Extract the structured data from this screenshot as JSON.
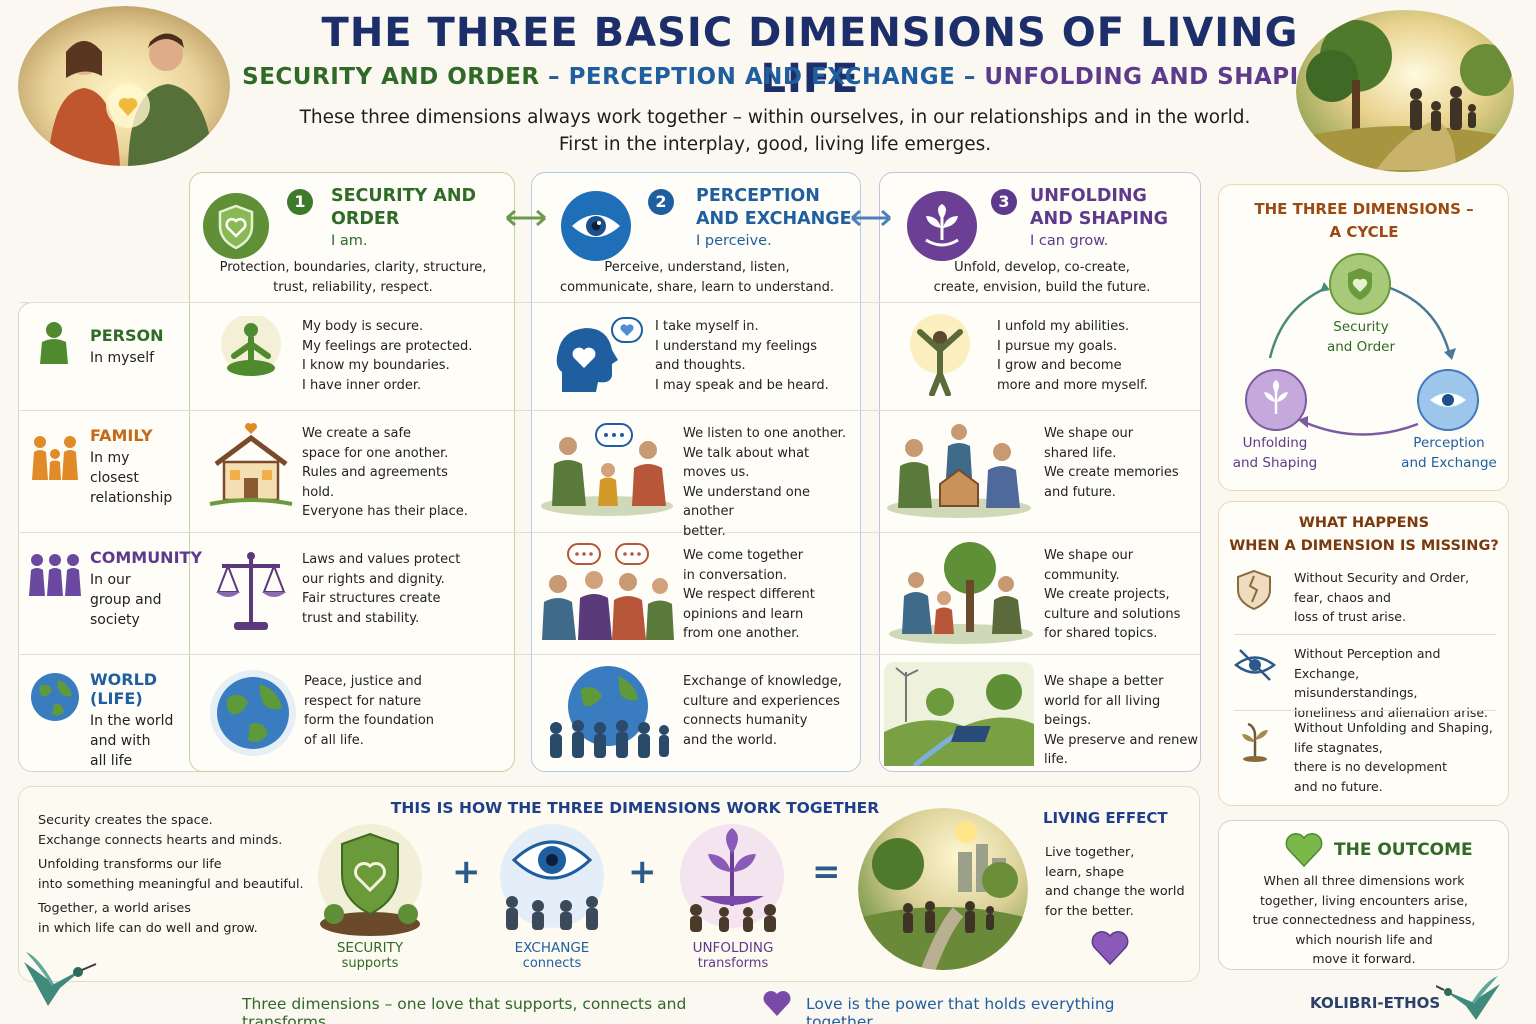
{
  "header": {
    "title": "THE THREE BASIC DIMENSIONS OF LIVING LIFE",
    "subtitle_1": "SECURITY AND ORDER",
    "subtitle_sep_1": " – ",
    "subtitle_2": "PERCEPTION AND EXCHANGE",
    "subtitle_sep_2": " – ",
    "subtitle_3": "UNFOLDING AND SHAPING",
    "intro_line_1": "These three dimensions always work together – within ourselves, in our relationships and in the world.",
    "intro_line_2": "First in the interplay, good, living life emerges."
  },
  "colors": {
    "green": "#2f6a26",
    "blue": "#1f5e9f",
    "purple": "#5e3a8c",
    "orange": "#c46a1a",
    "navy": "#1d2f6b"
  },
  "columns": [
    {
      "number": "1",
      "name_line_1": "SECURITY AND",
      "name_line_2": "ORDER",
      "state": "I am.",
      "desc_line_1": "Protection, boundaries, clarity, structure,",
      "desc_line_2": "trust, reliability, respect.",
      "icon": "shield-heart-icon"
    },
    {
      "number": "2",
      "name_line_1": "PERCEPTION",
      "name_line_2": "AND EXCHANGE",
      "state": "I perceive.",
      "desc_line_1": "Perceive, understand, listen,",
      "desc_line_2": "communicate, share, learn to understand.",
      "icon": "eye-icon"
    },
    {
      "number": "3",
      "name_line_1": "UNFOLDING",
      "name_line_2": "AND SHAPING",
      "state": "I can grow.",
      "desc_line_1": "Unfold, develop, co-create,",
      "desc_line_2": "create, envision, build the future.",
      "icon": "sprout-icon"
    }
  ],
  "rows": [
    {
      "name": "PERSON",
      "desc": [
        "In myself"
      ],
      "color": "#2f6a26",
      "cells": [
        [
          "My body is secure.",
          "My feelings are protected.",
          "I know my boundaries.",
          "I have inner order."
        ],
        [
          "I take myself in.",
          "I understand my feelings",
          "and thoughts.",
          "I may speak and be heard."
        ],
        [
          "I unfold my abilities.",
          "I pursue my goals.",
          "I grow and become",
          "more and more myself."
        ]
      ]
    },
    {
      "name": "FAMILY",
      "desc": [
        "In my",
        "closest",
        "relationship"
      ],
      "color": "#c46a1a",
      "cells": [
        [
          "We create a safe",
          "space for one another.",
          "Rules and agreements",
          "hold.",
          "Everyone has their place."
        ],
        [
          "We listen to one another.",
          "We talk about what",
          "moves us.",
          "We understand one another",
          "better."
        ],
        [
          "We shape our",
          "shared life.",
          "We create memories",
          "and future."
        ]
      ]
    },
    {
      "name": "COMMUNITY",
      "desc": [
        "In our",
        "group and",
        "society"
      ],
      "color": "#5e3a8c",
      "cells": [
        [
          "Laws and values protect",
          "our rights and dignity.",
          "Fair structures create",
          "trust and stability."
        ],
        [
          "We come together",
          "in conversation.",
          "We respect different",
          "opinions and learn",
          "from one another."
        ],
        [
          "We shape our",
          "community.",
          "We create projects,",
          "culture and solutions",
          "for shared topics."
        ]
      ]
    },
    {
      "name": "WORLD (LIFE)",
      "desc": [
        "In the world",
        "and with",
        "all life"
      ],
      "color": "#1f5e9f",
      "cells": [
        [
          "Peace, justice and",
          "respect for nature",
          "form the foundation",
          "of all life."
        ],
        [
          "Exchange of knowledge,",
          "culture and experiences",
          "connects humanity",
          "and the world."
        ],
        [
          "We shape a better",
          "world for all living beings.",
          "We preserve and renew",
          "life."
        ]
      ]
    }
  ],
  "cycle": {
    "title_line_1": "THE THREE DIMENSIONS –",
    "title_line_2": "A CYCLE",
    "node_1_line_1": "Security",
    "node_1_line_2": "and Order",
    "node_2_line_1": "Perception",
    "node_2_line_2": "and Exchange",
    "node_3_line_1": "Unfolding",
    "node_3_line_2": "and Shaping"
  },
  "missing": {
    "title_line_1": "WHAT HAPPENS",
    "title_line_2": "WHEN A DIMENSION IS MISSING?",
    "items": [
      {
        "icon": "broken-shield-icon",
        "lines": [
          "Without Security and Order,",
          "fear, chaos and",
          "loss of trust arise."
        ]
      },
      {
        "icon": "crossed-eye-icon",
        "lines": [
          "Without Perception and Exchange,",
          "misunderstandings,",
          "loneliness and alienation arise."
        ]
      },
      {
        "icon": "wilted-plant-icon",
        "lines": [
          "Without Unfolding and Shaping,",
          "life stagnates,",
          "there is no development",
          "and no future."
        ]
      }
    ]
  },
  "outcome": {
    "title": "THE OUTCOME",
    "lines": [
      "When all three dimensions work",
      "together, living encounters arise,",
      "true connectedness and happiness,",
      "which nourish life and",
      "move it forward."
    ]
  },
  "together": {
    "title": "THIS IS HOW THE THREE DIMENSIONS WORK TOGETHER",
    "left_lines": [
      "Security creates the space.",
      "Exchange connects hearts and minds.",
      "Unfolding transforms our life",
      "into something meaningful and beautiful.",
      "Together, a world arises",
      "in which life can do well and grow."
    ],
    "plus": "+",
    "equals": "=",
    "items": [
      {
        "name": "SECURITY",
        "verb": "supports"
      },
      {
        "name": "EXCHANGE",
        "verb": "connects"
      },
      {
        "name": "UNFOLDING",
        "verb": "transforms"
      }
    ],
    "effect_title": "LIVING EFFECT",
    "effect_lines": [
      "Live together,",
      "learn, shape",
      "and change the world",
      "for the better."
    ]
  },
  "footer": {
    "left": "Three dimensions – one love that supports, connects and transforms.",
    "right": "Love is the power that holds everything together.",
    "brand": "KOLIBRI-ETHOS"
  }
}
